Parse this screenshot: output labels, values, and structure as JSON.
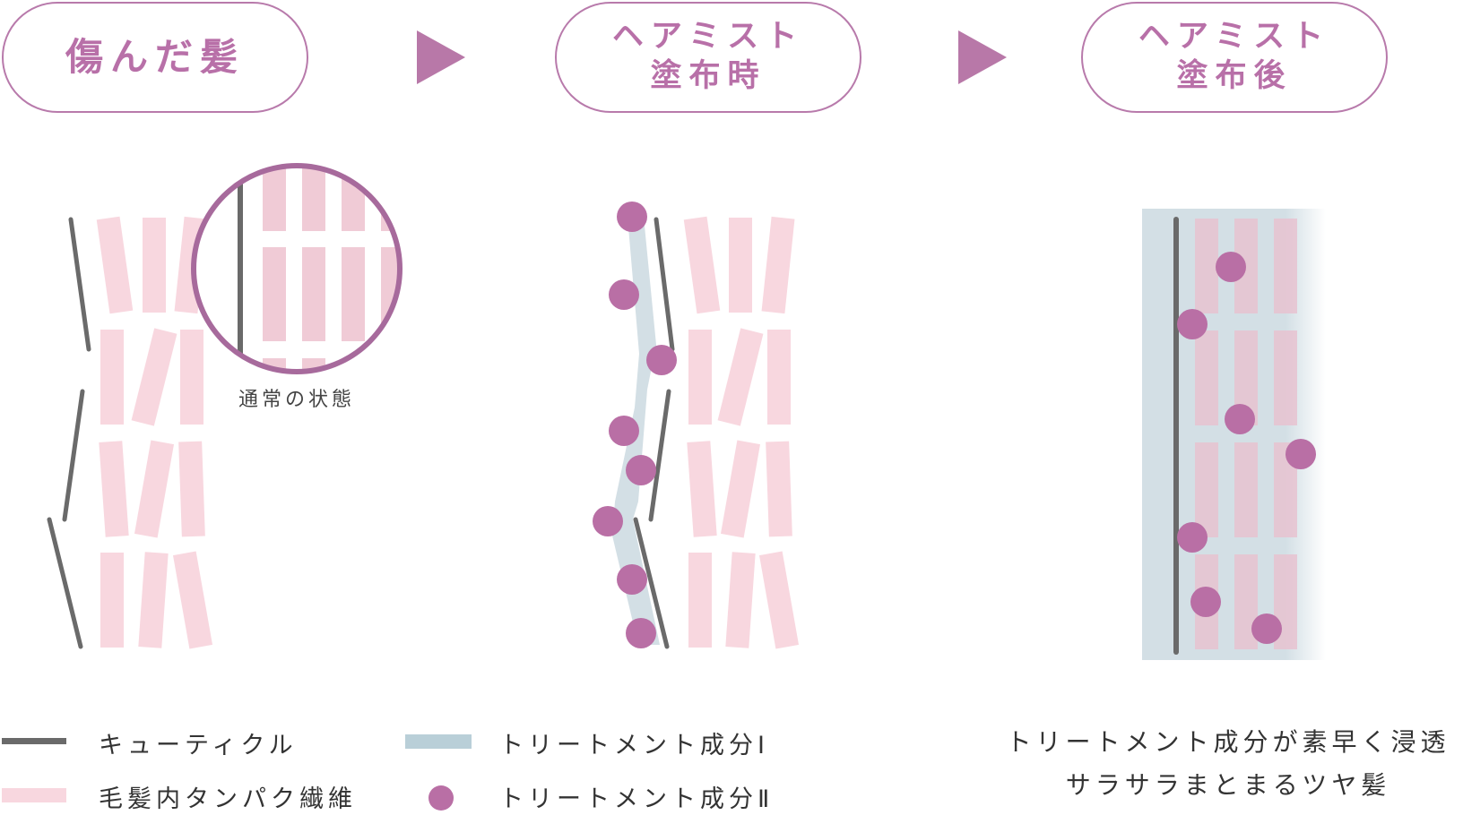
{
  "steps": [
    {
      "lines": [
        "傷んだ髪"
      ]
    },
    {
      "lines": [
        "ヘアミスト",
        "塗布時"
      ]
    },
    {
      "lines": [
        "ヘアミスト",
        "塗布後"
      ]
    }
  ],
  "zoom_label": "通常の状態",
  "legend": {
    "cuticle": "キューティクル",
    "fiber": "毛髪内タンパク繊維",
    "treatment1": "トリートメント成分Ⅰ",
    "treatment2": "トリートメント成分Ⅱ"
  },
  "caption": {
    "line1": "トリートメント成分が素早く浸透",
    "line2": "サラサラまとまるツヤ髪"
  },
  "colors": {
    "accent": "#b870a8",
    "cuticle": "#6a6a6a",
    "fiber": "#f8d7df",
    "treatment1": "#b9cfd8",
    "treatment2": "#b96fa5"
  }
}
